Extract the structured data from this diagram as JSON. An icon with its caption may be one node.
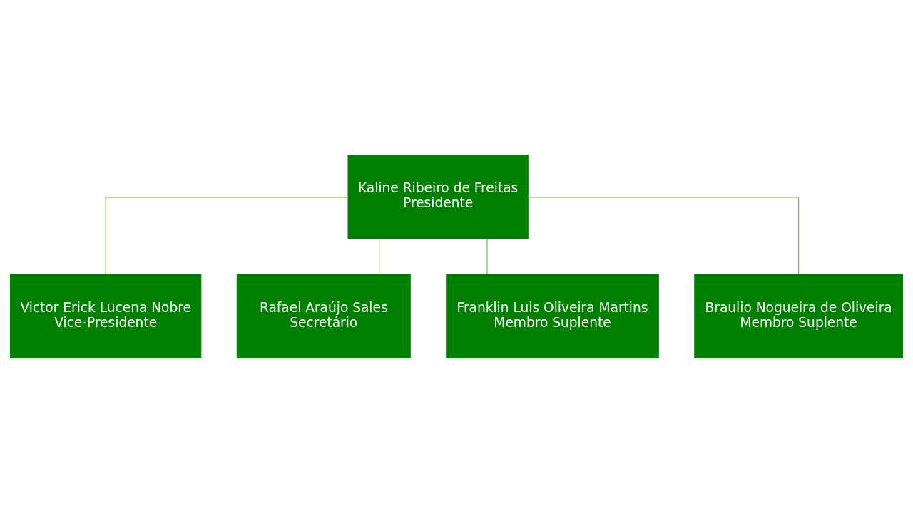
{
  "diagram": {
    "nodes": [
      {
        "text": [
          "Kaline Ribeiro de Freitas",
          "Presidente"
        ]
      },
      {
        "text": [
          "Victor Erick Lucena Nobre",
          "Vice-Presidente"
        ]
      },
      {
        "text": [
          "Rafael Araújo Sales",
          "Secretário"
        ]
      },
      {
        "text": [
          "Franklin Luis Oliveira Martins",
          "Membro Suplente"
        ]
      },
      {
        "text": [
          "Braulio Nogueira de Oliveira",
          "Membro Suplente"
        ]
      }
    ],
    "edges": [
      {
        "from": 0,
        "to": 1,
        "arrow": "none"
      },
      {
        "from": 0,
        "to": 2,
        "arrow": "none"
      },
      {
        "from": 0,
        "to": 3,
        "arrow": "none"
      },
      {
        "from": 0,
        "to": 4,
        "arrow": "none"
      }
    ]
  }
}
